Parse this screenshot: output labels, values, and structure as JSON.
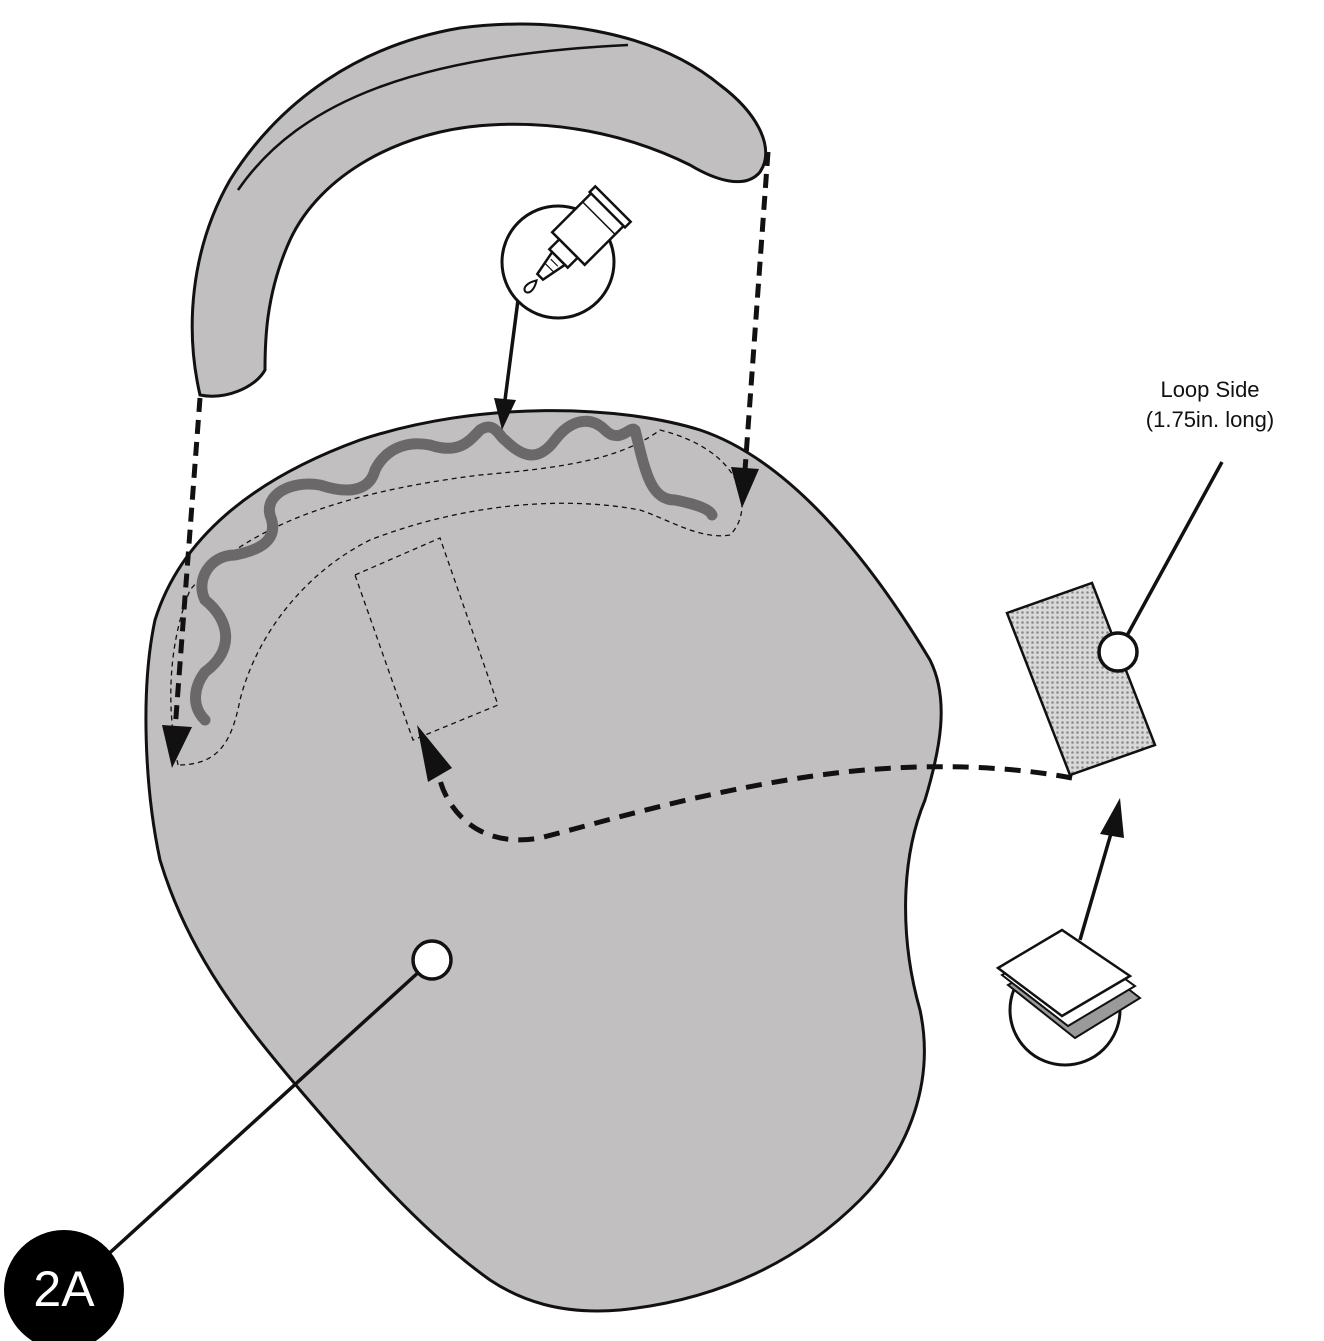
{
  "figure": {
    "step_badge": "2A",
    "loop_label": {
      "line1": "Loop Side",
      "line2": "(1.75in. long)"
    }
  },
  "colors": {
    "background": "#ffffff",
    "part_fill": "#c2bfc1",
    "outline": "#111111",
    "squiggle": "#6b686a",
    "patch_texture": "#bdbdbd",
    "callout_fill": "#ffffff",
    "badge_fill": "#000000"
  },
  "icons": {
    "glue_tube": "glue-tube-icon",
    "adhesive_patch": "adhesive-pad-icon"
  }
}
